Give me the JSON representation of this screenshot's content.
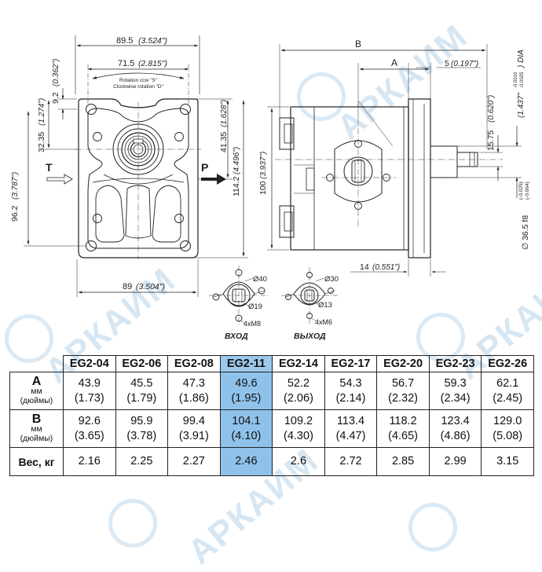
{
  "watermark": {
    "brand": "АРКАИМ"
  },
  "front_view": {
    "dim_width_top": "89.5",
    "dim_width_top_in": "(3.524\")",
    "dim_bolt_spacing": "71.5",
    "dim_bolt_spacing_in": "(2.815\")",
    "rotation_ccw": "Rotation ccw \"S\"",
    "rotation_cw": "Clockwise rotation \"D\"",
    "dim_92": "9.2",
    "dim_92_in": "(0.362\")",
    "dim_3235": "32.35",
    "dim_3235_in": "(1.274\")",
    "dim_962": "96.2",
    "dim_962_in": "(3.787\")",
    "dim_4135": "41.35",
    "dim_4135_in": "(1.628\")",
    "dim_1142": "114.2",
    "dim_1142_in": "(4.496\")",
    "dim_width_bottom": "89",
    "dim_width_bottom_in": "(3.504\")",
    "port_T": "T",
    "port_P": "P"
  },
  "side_view": {
    "dim_B": "B",
    "dim_A": "A",
    "dim_5": "5",
    "dim_5_in": "(0.197\")",
    "dim_100": "100",
    "dim_100_in": "(3.937\")",
    "dim_1575": "15.75",
    "dim_1575_in": "(0.620\")",
    "dim_dia_in": "(1.437\"",
    "dim_dia_in_tol_top": "-0.0010",
    "dim_dia_in_tol_bot": "-0.0025",
    "dim_dia_in_suffix": ") DIA",
    "dim_365": "∅ 36.5 f8",
    "dim_365_tol_top": "(-0.025)",
    "dim_365_tol_bot": "(-0.064)",
    "dim_14": "14",
    "dim_14_in": "(0.551\")"
  },
  "ports": {
    "inlet": {
      "d_outer": "Ø40",
      "d_inner": "Ø19",
      "thread": "4xM8",
      "label": "ВХОД"
    },
    "outlet": {
      "d_outer": "Ø30",
      "d_inner": "Ø13",
      "thread": "4xM6",
      "label": "ВЫХОД"
    }
  },
  "table": {
    "columns": [
      "EG2-04",
      "EG2-06",
      "EG2-08",
      "EG2-11",
      "EG2-14",
      "EG2-17",
      "EG2-20",
      "EG2-23",
      "EG2-26"
    ],
    "highlight_column": 3,
    "highlight_color": "#8fc2ea",
    "rows": [
      {
        "label": "A",
        "units": "мм",
        "units2": "(дюймы)",
        "values": [
          "43.9",
          "45.5",
          "47.3",
          "49.6",
          "52.2",
          "54.3",
          "56.7",
          "59.3",
          "62.1"
        ],
        "values_in": [
          "(1.73)",
          "(1.79)",
          "(1.86)",
          "(1.95)",
          "(2.06)",
          "(2.14)",
          "(2.32)",
          "(2.34)",
          "(2.45)"
        ]
      },
      {
        "label": "B",
        "units": "мм",
        "units2": "(дюймы)",
        "values": [
          "92.6",
          "95.9",
          "99.4",
          "104.1",
          "109.2",
          "113.4",
          "118.2",
          "123.4",
          "129.0"
        ],
        "values_in": [
          "(3.65)",
          "(3.78)",
          "(3.91)",
          "(4.10)",
          "(4.30)",
          "(4.47)",
          "(4.65)",
          "(4.86)",
          "(5.08)"
        ]
      },
      {
        "label": "Вес, кг",
        "values": [
          "2.16",
          "2.25",
          "2.27",
          "2.46",
          "2.6",
          "2.72",
          "2.85",
          "2.99",
          "3.15"
        ]
      }
    ]
  }
}
